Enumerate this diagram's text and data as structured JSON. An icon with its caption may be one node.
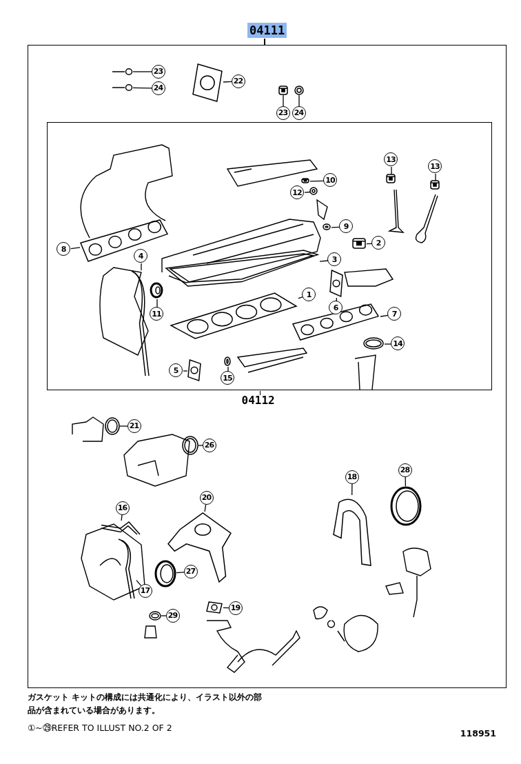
{
  "diagram": {
    "nodes": [
      {
        "text": [
          "04111"
        ]
      },
      {
        "text": [
          "23"
        ],
        "in": 0
      },
      {
        "text": [],
        "shape": "picture",
        "in": 0
      },
      {
        "text": [
          "24"
        ],
        "in": 0
      },
      {
        "text": [],
        "shape": "picture",
        "in": 0
      },
      {
        "text": [
          "22"
        ],
        "in": 0
      },
      {
        "text": [],
        "shape": "picture",
        "in": 0
      },
      {
        "text": [
          "23"
        ],
        "in": 0
      },
      {
        "text": [],
        "shape": "picture",
        "in": 0
      },
      {
        "text": [
          "24"
        ],
        "in": 0
      },
      {
        "text": [],
        "shape": "picture",
        "in": 0
      },
      {
        "text": [
          "04112"
        ],
        "in": 0
      },
      {
        "text": [
          "13"
        ],
        "in": 11
      },
      {
        "text": [],
        "shape": "picture",
        "in": 11
      },
      {
        "text": [
          "13"
        ],
        "in": 11
      },
      {
        "text": [],
        "shape": "picture",
        "in": 11
      },
      {
        "text": [
          "10"
        ],
        "in": 11
      },
      {
        "text": [],
        "shape": "picture",
        "in": 11
      },
      {
        "text": [
          "12"
        ],
        "in": 11
      },
      {
        "text": [],
        "shape": "picture",
        "in": 11
      },
      {
        "text": [
          "9"
        ],
        "in": 11
      },
      {
        "text": [],
        "shape": "picture",
        "in": 11
      },
      {
        "text": [
          "2"
        ],
        "in": 11
      },
      {
        "text": [],
        "shape": "picture",
        "in": 11
      },
      {
        "text": [
          "8"
        ],
        "in": 11
      },
      {
        "text": [],
        "shape": "picture",
        "in": 11
      },
      {
        "text": [
          "4"
        ],
        "in": 11
      },
      {
        "text": [],
        "shape": "picture",
        "in": 11
      },
      {
        "text": [
          "3"
        ],
        "in": 11
      },
      {
        "text": [],
        "shape": "picture",
        "in": 11
      },
      {
        "text": [
          "1"
        ],
        "in": 11
      },
      {
        "text": [],
        "shape": "picture",
        "in": 11
      },
      {
        "text": [
          "11"
        ],
        "in": 11
      },
      {
        "text": [],
        "shape": "picture",
        "in": 11
      },
      {
        "text": [
          "6"
        ],
        "in": 11
      },
      {
        "text": [],
        "shape": "picture",
        "in": 11
      },
      {
        "text": [
          "7"
        ],
        "in": 11
      },
      {
        "text": [],
        "shape": "picture",
        "in": 11
      },
      {
        "text": [
          "14"
        ],
        "in": 11
      },
      {
        "text": [],
        "shape": "picture",
        "in": 11
      },
      {
        "text": [
          "5"
        ],
        "in": 11
      },
      {
        "text": [],
        "shape": "picture",
        "in": 11
      },
      {
        "text": [
          "15"
        ],
        "in": 11
      },
      {
        "text": [],
        "shape": "picture",
        "in": 11
      },
      {
        "text": [
          "21"
        ],
        "in": 0
      },
      {
        "text": [],
        "shape": "picture",
        "in": 0
      },
      {
        "text": [
          "26"
        ],
        "in": 0
      },
      {
        "text": [],
        "shape": "picture",
        "in": 0
      },
      {
        "text": [
          "28"
        ],
        "in": 0
      },
      {
        "text": [],
        "shape": "picture",
        "in": 0
      },
      {
        "text": [
          "18"
        ],
        "in": 0
      },
      {
        "text": [],
        "shape": "picture",
        "in": 0
      },
      {
        "text": [
          "20"
        ],
        "in": 0
      },
      {
        "text": [],
        "shape": "picture",
        "in": 0
      },
      {
        "text": [
          "16"
        ],
        "in": 0
      },
      {
        "text": [],
        "shape": "picture",
        "in": 0
      },
      {
        "text": [
          "27"
        ],
        "in": 0
      },
      {
        "text": [],
        "shape": "picture",
        "in": 0
      },
      {
        "text": [
          "17"
        ],
        "in": 0
      },
      {
        "text": [],
        "shape": "picture",
        "in": 0
      },
      {
        "text": [
          "19"
        ],
        "in": 0
      },
      {
        "text": [],
        "shape": "picture",
        "in": 0
      },
      {
        "text": [
          "29"
        ],
        "in": 0
      },
      {
        "text": [],
        "shape": "picture",
        "in": 0
      }
    ],
    "edges": [
      {
        "from": 1,
        "to": 2,
        "arrow": "none"
      },
      {
        "from": 3,
        "to": 4,
        "arrow": "none"
      },
      {
        "from": 5,
        "to": 6,
        "arrow": "none"
      },
      {
        "from": 7,
        "to": 8,
        "arrow": "none"
      },
      {
        "from": 9,
        "to": 10,
        "arrow": "none"
      },
      {
        "from": 12,
        "to": 13,
        "arrow": "none"
      },
      {
        "from": 14,
        "to": 15,
        "arrow": "none"
      },
      {
        "from": 16,
        "to": 17,
        "arrow": "none"
      },
      {
        "from": 18,
        "to": 19,
        "arrow": "none"
      },
      {
        "from": 20,
        "to": 21,
        "arrow": "none"
      },
      {
        "from": 22,
        "to": 23,
        "arrow": "none"
      },
      {
        "from": 24,
        "to": 25,
        "arrow": "none"
      },
      {
        "from": 26,
        "to": 27,
        "arrow": "none"
      },
      {
        "from": 28,
        "to": 29,
        "arrow": "none"
      },
      {
        "from": 30,
        "to": 31,
        "arrow": "none"
      },
      {
        "from": 32,
        "to": 33,
        "arrow": "none"
      },
      {
        "from": 34,
        "to": 35,
        "arrow": "none"
      },
      {
        "from": 36,
        "to": 37,
        "arrow": "none"
      },
      {
        "from": 38,
        "to": 39,
        "arrow": "none"
      },
      {
        "from": 40,
        "to": 41,
        "arrow": "none"
      },
      {
        "from": 42,
        "to": 43,
        "arrow": "none"
      },
      {
        "from": 44,
        "to": 45,
        "arrow": "none"
      },
      {
        "from": 46,
        "to": 47,
        "arrow": "none"
      },
      {
        "from": 48,
        "to": 49,
        "arrow": "none"
      },
      {
        "from": 50,
        "to": 51,
        "arrow": "none"
      },
      {
        "from": 52,
        "to": 53,
        "arrow": "none"
      },
      {
        "from": 54,
        "to": 55,
        "arrow": "none"
      },
      {
        "from": 56,
        "to": 57,
        "arrow": "none"
      },
      {
        "from": 58,
        "to": 59,
        "arrow": "none"
      },
      {
        "from": 60,
        "to": 61,
        "arrow": "none"
      },
      {
        "from": 62,
        "to": 63,
        "arrow": "none"
      }
    ],
    "labels": [
      "ガスケット キットの構成には共通化により、イラスト以外の部品が含まれている場合があります。",
      "①~㉙REFER TO ILLUST NO.2 OF 2",
      "118951"
    ]
  }
}
